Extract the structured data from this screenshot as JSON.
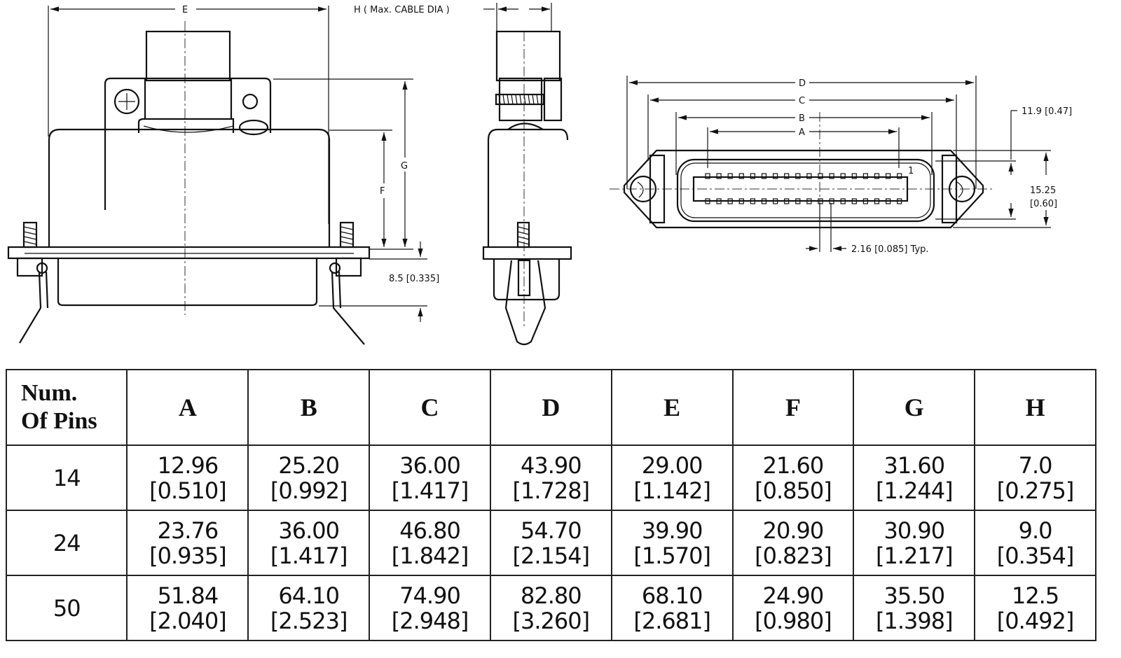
{
  "drawing": {
    "side_view": {
      "dim_E": "E",
      "dim_F": "F",
      "dim_G": "G",
      "dim_plug": "8.5 [0.335]",
      "dim_H": "H ( Max. CABLE DIA )"
    },
    "front_view": {
      "dim_A": "A",
      "dim_B": "B",
      "dim_C": "C",
      "dim_D": "D",
      "dim_depth": "11.9 [0.47]",
      "dim_height_mm": "15.25",
      "dim_height_in": "[0.60]",
      "dim_pitch": "2.16 [0.085] Typ.",
      "pin1_label": "1"
    }
  },
  "table": {
    "headers": [
      "Num.",
      "Of Pins",
      "A",
      "B",
      "C",
      "D",
      "E",
      "F",
      "G",
      "H"
    ],
    "rows": [
      {
        "pins": "14",
        "cells": [
          [
            "12.96",
            "[0.510]"
          ],
          [
            "25.20",
            "[0.992]"
          ],
          [
            "36.00",
            "[1.417]"
          ],
          [
            "43.90",
            "[1.728]"
          ],
          [
            "29.00",
            "[1.142]"
          ],
          [
            "21.60",
            "[0.850]"
          ],
          [
            "31.60",
            "[1.244]"
          ],
          [
            "7.0",
            "[0.275]"
          ]
        ]
      },
      {
        "pins": "24",
        "cells": [
          [
            "23.76",
            "[0.935]"
          ],
          [
            "36.00",
            "[1.417]"
          ],
          [
            "46.80",
            "[1.842]"
          ],
          [
            "54.70",
            "[2.154]"
          ],
          [
            "39.90",
            "[1.570]"
          ],
          [
            "20.90",
            "[0.823]"
          ],
          [
            "30.90",
            "[1.217]"
          ],
          [
            "9.0",
            "[0.354]"
          ]
        ]
      },
      {
        "pins": "50",
        "cells": [
          [
            "51.84",
            "[2.040]"
          ],
          [
            "64.10",
            "[2.523]"
          ],
          [
            "74.90",
            "[2.948]"
          ],
          [
            "82.80",
            "[3.260]"
          ],
          [
            "68.10",
            "[2.681]"
          ],
          [
            "24.90",
            "[0.980]"
          ],
          [
            "35.50",
            "[1.398]"
          ],
          [
            "12.5",
            "[0.492]"
          ]
        ]
      }
    ]
  }
}
